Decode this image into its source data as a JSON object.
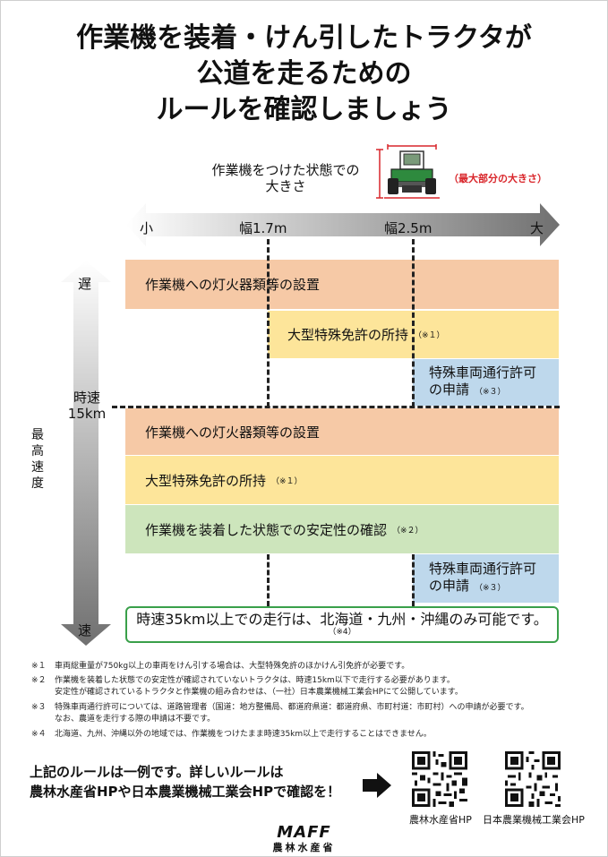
{
  "title": {
    "line1": "作業機を装着・けん引したトラクタが",
    "line2": "公道を走るための",
    "line3": "ルールを確認しましょう"
  },
  "size_scale": {
    "caption_line1": "作業機をつけた状態での",
    "caption_line2": "大きさ",
    "max_part_label": "（最大部分の大きさ）",
    "small": "小",
    "w1": "幅1.7m",
    "w2": "幅2.5m",
    "large": "大"
  },
  "speed_axis": {
    "slow": "遅",
    "threshold_line1": "時速",
    "threshold_line2": "15km",
    "fast": "速",
    "title_chars": [
      "最",
      "高",
      "速",
      "度"
    ]
  },
  "under15": {
    "lights": "作業機への灯火器類等の設置",
    "license": "大型特殊免許の所持",
    "license_note": "（※１）",
    "permit_line1": "特殊車両通行許可",
    "permit_line2": "の申請",
    "permit_note": "（※３）"
  },
  "over15": {
    "lights": "作業機への灯火器類等の設置",
    "license": "大型特殊免許の所持",
    "license_note": "（※１）",
    "safety": "作業機を装着した状態での安定性の確認",
    "safety_note": "（※２）",
    "permit_line1": "特殊車両通行許可",
    "permit_line2": "の申請",
    "permit_note": "（※３）"
  },
  "notice": {
    "main": "時速35km以上での走行は、北海道・九州・沖縄のみ可能です。",
    "note": "（※4）"
  },
  "footnotes": [
    {
      "key": "※１",
      "lines": [
        "車両総重量が750kg以上の車両をけん引する場合は、大型特殊免許のほかけん引免許が必要です。"
      ]
    },
    {
      "key": "※２",
      "lines": [
        "作業機を装着した状態での安定性が確認されていないトラクタは、時速15km以下で走行する必要があります。",
        "安定性が確認されているトラクタと作業機の組み合わせは、（一社）日本農業機械工業会HPにて公開しています。"
      ]
    },
    {
      "key": "※３",
      "lines": [
        "特殊車両通行許可については、道路管理者（国道：地方整備局、都道府県道：都道府県、市町村道：市町村）への申請が必要です。",
        "なお、農道を走行する際の申請は不要です。"
      ]
    },
    {
      "key": "※４",
      "lines": [
        "北海道、九州、沖縄以外の地域では、作業機をつけたまま時速35km以上で走行することはできません。"
      ]
    }
  ],
  "bottom": {
    "line1": "上記のルールは一例です。詳しいルールは",
    "line2": "農林水産省HPや日本農業機械工業会HPで確認を！",
    "qr1_label": "農林水産省HP",
    "qr2_label": "日本農業機械工業会HP"
  },
  "logo": {
    "name": "MAFF",
    "sub": "農林水産省"
  },
  "colors": {
    "orange": "#f6c9a6",
    "yellow": "#fde59a",
    "green": "#cde5bc",
    "blue": "#bed8ec",
    "notice_border": "#3aa04a",
    "max_label": "#d9262b",
    "tractor_body": "#2e8a3e"
  },
  "icons": [
    "tractor-icon",
    "right-arrow-icon",
    "qr-code-icon"
  ]
}
